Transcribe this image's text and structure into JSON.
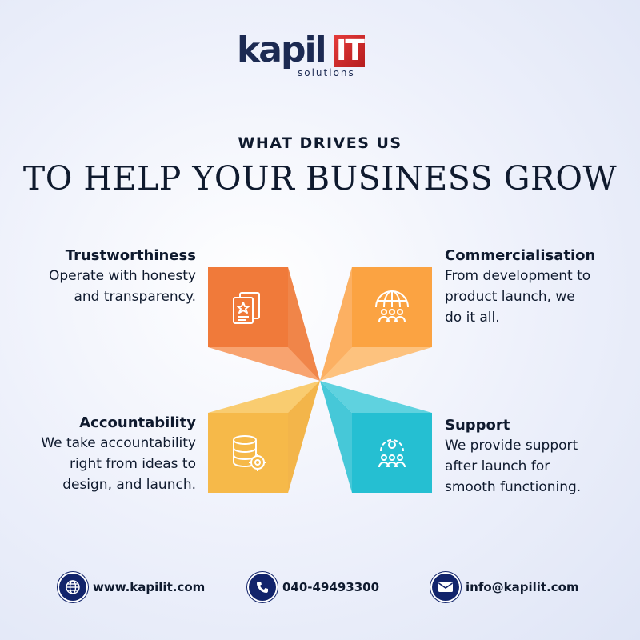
{
  "logo": {
    "brand_main": "kapil",
    "brand_accent": "IT",
    "brand_sub": "solutions"
  },
  "header": {
    "eyebrow": "WHAT DRIVES US",
    "headline": "TO HELP YOUR BUSINESS GROW"
  },
  "pillars": [
    {
      "title": "Trustworthiness",
      "lines": [
        "Operate with honesty",
        "and transparency."
      ],
      "icon": "certificate-star-icon",
      "color": "#f07a3a"
    },
    {
      "title": "Commercialisation",
      "lines": [
        "From development to",
        "product launch, we",
        "do it all."
      ],
      "icon": "globe-people-icon",
      "color": "#fba342"
    },
    {
      "title": "Accountability",
      "lines": [
        "We take accountability",
        "right from ideas to",
        "design, and launch."
      ],
      "icon": "database-gear-icon",
      "color": "#f6b949"
    },
    {
      "title": "Support",
      "lines": [
        "We provide support",
        "after launch for",
        "smooth functioning."
      ],
      "icon": "gear-people-icon",
      "color": "#25bfd2"
    }
  ],
  "footer": {
    "website": "www.kapilit.com",
    "phone": "040-49493300",
    "email": "info@kapilit.com"
  },
  "colors": {
    "navy": "#12246b",
    "text": "#0f1a2e",
    "logo_red": "#d52b2b"
  }
}
